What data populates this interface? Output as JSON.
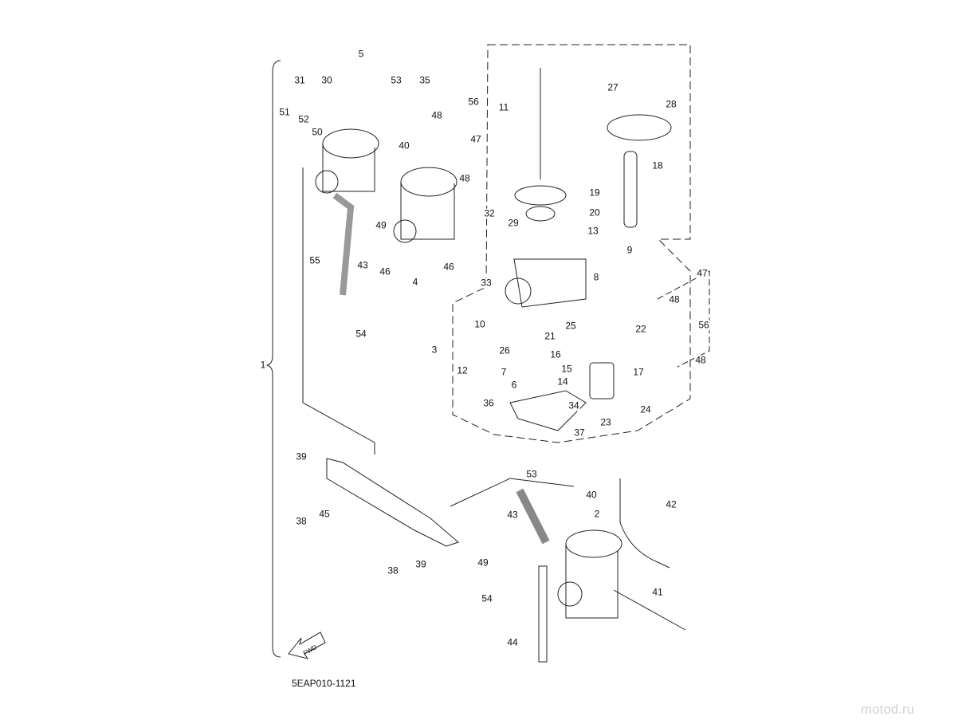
{
  "watermark": "motod.ru",
  "diagram_code": "5EAP010-1121",
  "fwd_label": "FWD",
  "callouts": [
    "5",
    "31",
    "30",
    "53",
    "35",
    "51",
    "52",
    "50",
    "56",
    "48",
    "47",
    "40",
    "48",
    "11",
    "27",
    "28",
    "18",
    "19",
    "20",
    "13",
    "29",
    "32",
    "49",
    "55",
    "43",
    "46",
    "4",
    "46",
    "33",
    "9",
    "8",
    "47",
    "48",
    "56",
    "48",
    "54",
    "10",
    "25",
    "21",
    "22",
    "3",
    "26",
    "16",
    "12",
    "7",
    "15",
    "6",
    "14",
    "17",
    "36",
    "34",
    "24",
    "23",
    "37",
    "1",
    "39",
    "45",
    "38",
    "53",
    "40",
    "42",
    "43",
    "2",
    "49",
    "38",
    "39",
    "41",
    "54",
    "44"
  ]
}
